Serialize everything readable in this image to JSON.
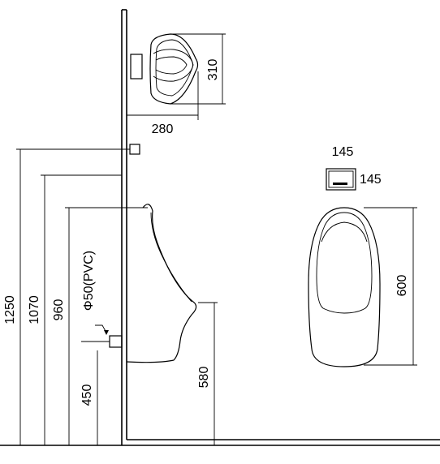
{
  "dimensions": {
    "top_view_depth": "310",
    "top_view_width": "280",
    "height_1250": "1250",
    "height_1070": "1070",
    "height_960": "960",
    "height_450": "450",
    "height_580": "580",
    "pipe_label": "Φ50(PVC)",
    "flush_box_width": "145",
    "flush_box_height": "145",
    "front_view_height": "600"
  },
  "colors": {
    "line": "#000000",
    "background": "#ffffff"
  }
}
